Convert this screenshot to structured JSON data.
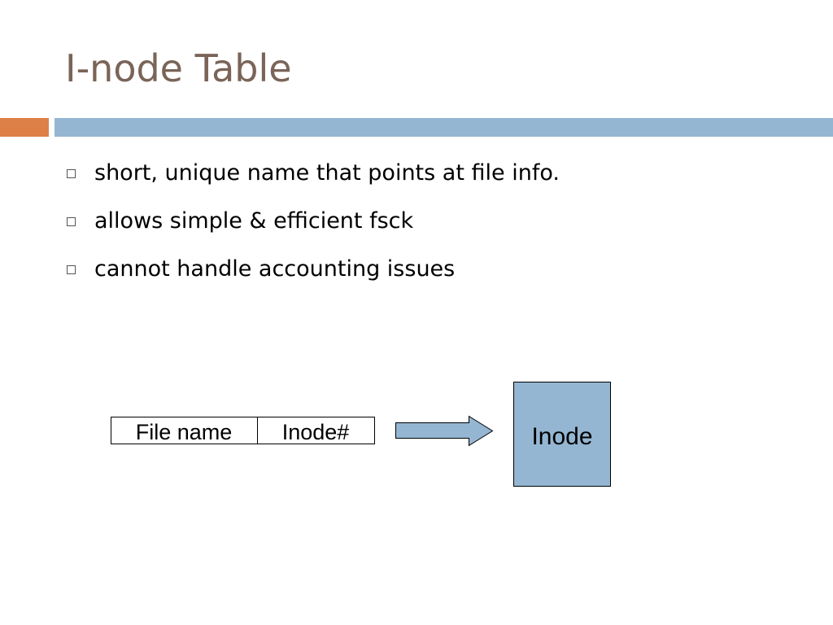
{
  "slide": {
    "title": "I-node Table",
    "bullets": [
      "short, unique name that points at file info.",
      "allows simple & efficient fsck",
      "cannot handle accounting issues"
    ]
  },
  "diagram": {
    "table": {
      "cells": [
        "File name",
        "Inode#"
      ]
    },
    "target": {
      "label": "Inode"
    },
    "colors": {
      "box_fill": "#94b6d2",
      "stroke": "#000000",
      "arrow_fill": "#94b6d2"
    }
  },
  "theme": {
    "title_color": "#7a6458",
    "accent_orange": "#dd8047",
    "accent_blue": "#94b6d2"
  }
}
